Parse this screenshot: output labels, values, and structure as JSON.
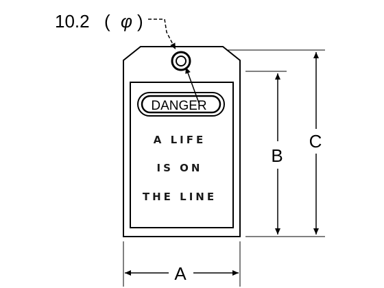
{
  "hole_label": {
    "value": "10.2",
    "paren_open": "(",
    "symbol": "φ",
    "paren_close": ")"
  },
  "tag": {
    "header": "DANGER",
    "lines": [
      "A LIFE",
      "IS ON",
      "THE LINE"
    ]
  },
  "dimensions": {
    "width": "A",
    "inner_height": "B",
    "overall_height": "C"
  },
  "colors": {
    "line": "#000000",
    "background": "#ffffff"
  }
}
